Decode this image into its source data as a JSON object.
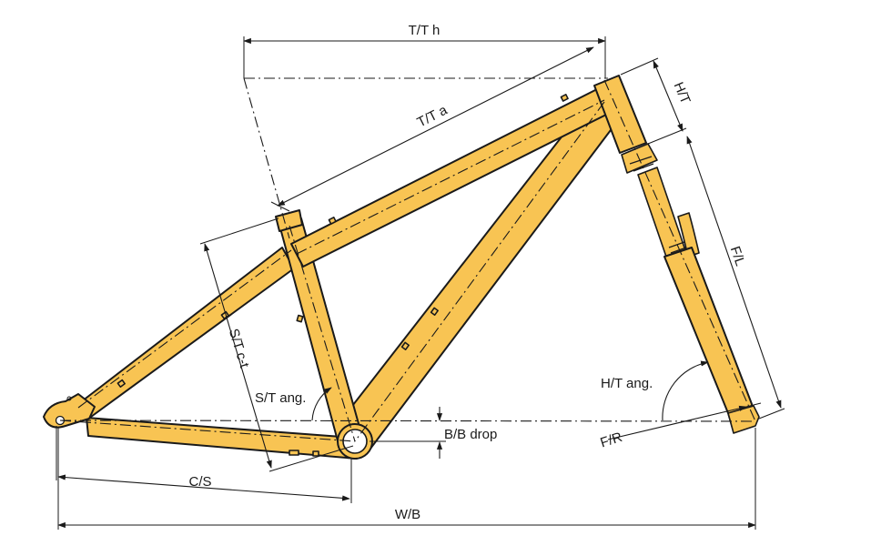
{
  "labels": {
    "tt_h": "T/T h",
    "tt_a": "T/T a",
    "ht": "H/T",
    "fl": "F/L",
    "st_ct": "S/T c-t",
    "st_ang": "S/T ang.",
    "ht_ang": "H/T ang.",
    "bb_drop": "B/B drop",
    "fr": "F/R",
    "cs": "C/S",
    "wb": "W/B"
  },
  "colors": {
    "frame": "#f8c453",
    "outline": "#1a1a1a"
  }
}
